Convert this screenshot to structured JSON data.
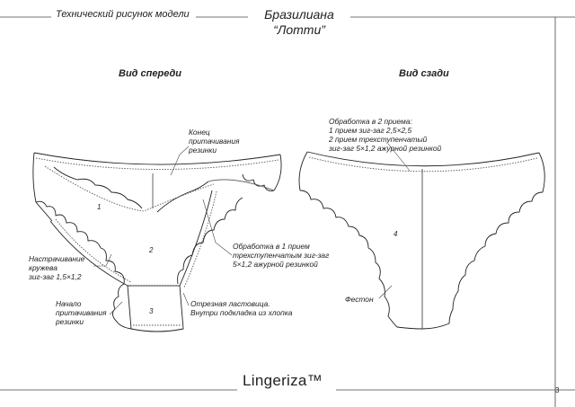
{
  "header": {
    "left_title": "Технический рисунок модели",
    "model_type": "Бразилиана",
    "model_name": "“Лотти”"
  },
  "front_view": {
    "title": "Вид спереди",
    "callouts": {
      "stitch_end": [
        "Конец",
        "притачивания",
        "резинки"
      ],
      "processing": [
        "Обработка в 1 прием",
        "трехступенчатым зиг-заг",
        "5×1,2 ажурной резинкой"
      ],
      "lace": [
        "Настрачивание",
        "кружева",
        "зиг-заг 1,5×1,2"
      ],
      "stitch_start": [
        "Начало",
        "притачивания",
        "резинки"
      ],
      "gusset": [
        "Отрезная ластовица.",
        "Внутри подкладка из хлопка"
      ]
    },
    "part_numbers": [
      "1",
      "2",
      "3"
    ]
  },
  "back_view": {
    "title": "Вид сзади",
    "callouts": {
      "processing": [
        "Обработка в 2 приема:",
        "1 прием зиг-заг 2,5×2,5",
        "2 прием трехступенчатый",
        "зиг-заг 5×1,2 ажурной резинкой"
      ],
      "scallop": "Фестон"
    },
    "part_number": "4"
  },
  "footer": {
    "brand": "Lingeriza™",
    "page": "3"
  }
}
